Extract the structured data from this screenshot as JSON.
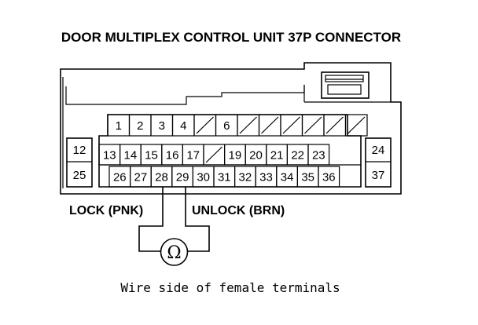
{
  "title": "DOOR MULTIPLEX CONTROL UNIT 37P CONNECTOR",
  "pins": {
    "row1": [
      "1",
      "2",
      "3",
      "4",
      "",
      "6",
      "",
      "",
      "",
      "",
      "",
      ""
    ],
    "row2": [
      "13",
      "14",
      "15",
      "16",
      "17",
      "",
      "19",
      "20",
      "21",
      "22",
      "23"
    ],
    "row3": [
      "26",
      "27",
      "28",
      "29",
      "30",
      "31",
      "32",
      "33",
      "34",
      "35",
      "36"
    ],
    "left_top": "12",
    "left_bottom": "25",
    "right_top": "24",
    "right_bottom": "37"
  },
  "labels": {
    "lock": "LOCK (PNK)",
    "unlock": "UNLOCK (BRN)"
  },
  "meter_symbol": "Ω",
  "caption": "Wire side of female terminals"
}
